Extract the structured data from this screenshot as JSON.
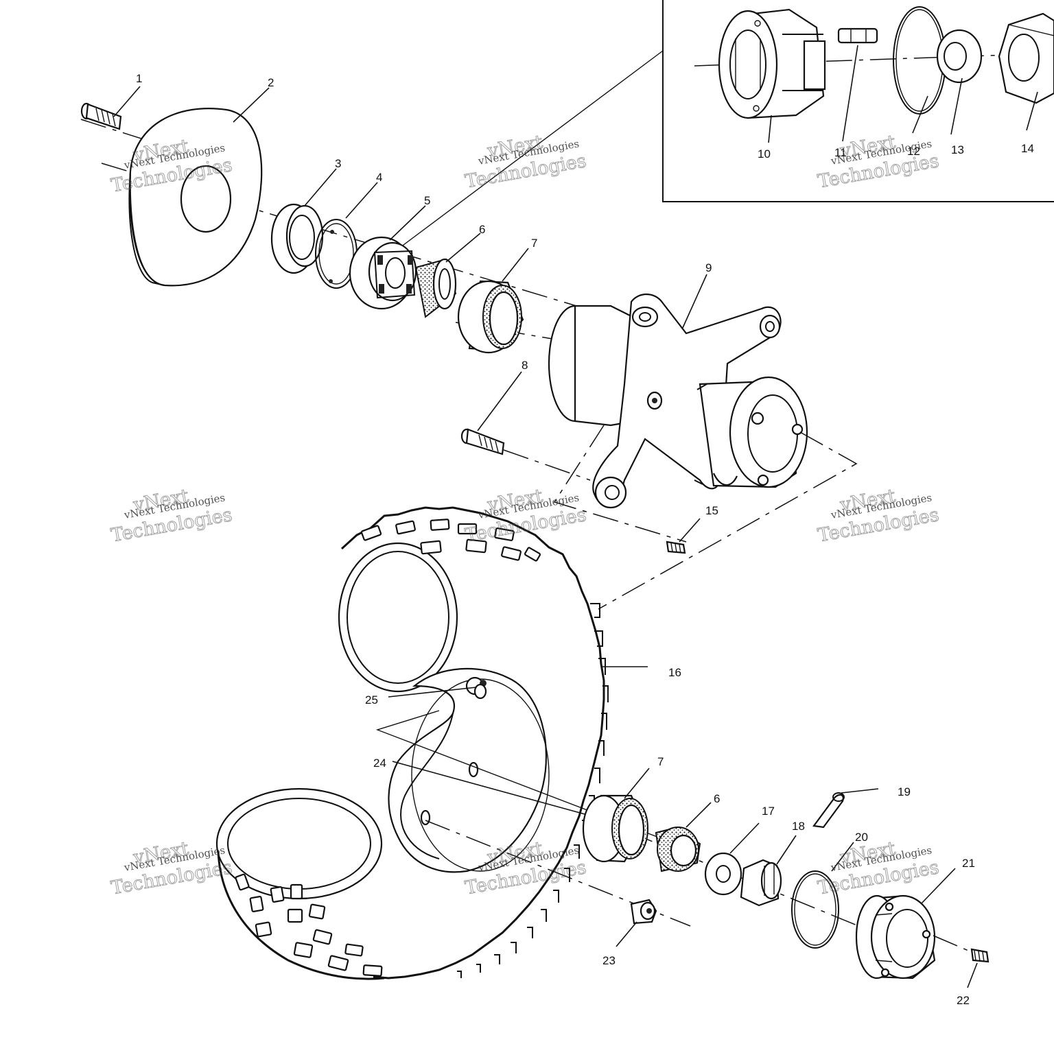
{
  "labels": {
    "p1": "1",
    "p2": "2",
    "p3": "3",
    "p4": "4",
    "p5": "5",
    "p6": "6",
    "p7": "7",
    "p8": "8",
    "p9": "9",
    "p10": "10",
    "p11": "11",
    "p12": "12",
    "p13": "13",
    "p14": "14",
    "p15": "15",
    "p16": "16",
    "p6b": "6",
    "p7b": "7",
    "p17": "17",
    "p18": "18",
    "p19": "19",
    "p20": "20",
    "p21": "21",
    "p22": "22",
    "p23": "23",
    "p24": "24",
    "p25": "25"
  },
  "watermark": {
    "line1": "vNext Technologies",
    "outline_a": "vNext",
    "outline_b": "Technologies"
  }
}
